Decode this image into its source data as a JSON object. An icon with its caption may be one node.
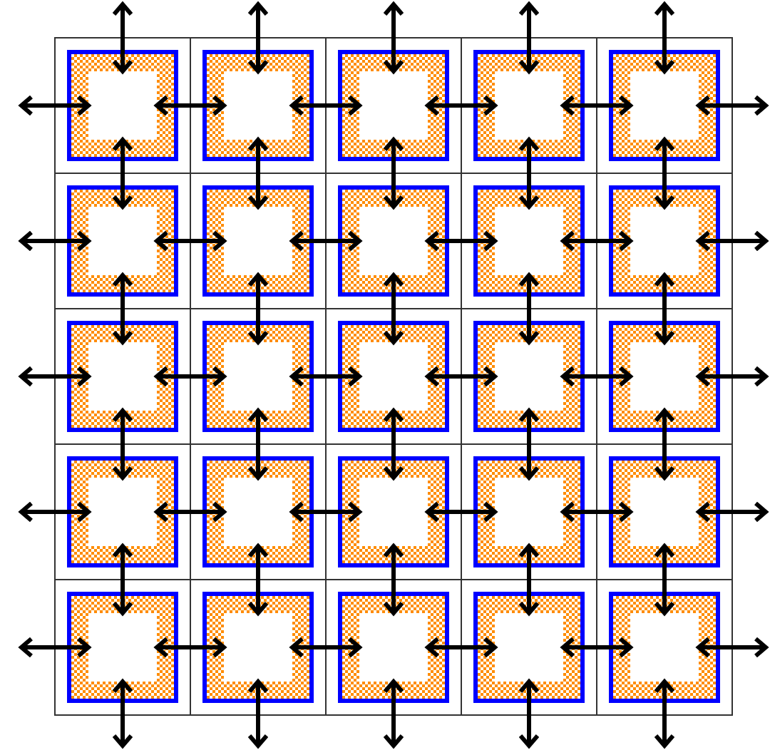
{
  "diagram": {
    "nodes": [
      {
        "text": [],
        "shape": "box"
      },
      {
        "text": [],
        "shape": "box"
      },
      {
        "text": [],
        "shape": "box"
      },
      {
        "text": [],
        "shape": "box"
      },
      {
        "text": [],
        "shape": "box"
      },
      {
        "text": [],
        "shape": "box"
      },
      {
        "text": [],
        "shape": "box"
      },
      {
        "text": [],
        "shape": "box"
      },
      {
        "text": [],
        "shape": "box"
      },
      {
        "text": [],
        "shape": "box"
      },
      {
        "text": [],
        "shape": "box"
      },
      {
        "text": [],
        "shape": "box"
      },
      {
        "text": [],
        "shape": "box"
      },
      {
        "text": [],
        "shape": "box"
      },
      {
        "text": [],
        "shape": "box"
      },
      {
        "text": [],
        "shape": "box"
      },
      {
        "text": [],
        "shape": "box"
      },
      {
        "text": [],
        "shape": "box"
      },
      {
        "text": [],
        "shape": "box"
      },
      {
        "text": [],
        "shape": "box"
      },
      {
        "text": [],
        "shape": "box"
      },
      {
        "text": [],
        "shape": "box"
      },
      {
        "text": [],
        "shape": "box"
      },
      {
        "text": [],
        "shape": "box"
      },
      {
        "text": [],
        "shape": "box"
      }
    ],
    "edges": [
      {
        "from": 0,
        "to": 1,
        "arrow": "both"
      },
      {
        "from": 1,
        "to": 2,
        "arrow": "both"
      },
      {
        "from": 2,
        "to": 3,
        "arrow": "both"
      },
      {
        "from": 3,
        "to": 4,
        "arrow": "both"
      },
      {
        "from": 5,
        "to": 6,
        "arrow": "both"
      },
      {
        "from": 6,
        "to": 7,
        "arrow": "both"
      },
      {
        "from": 7,
        "to": 8,
        "arrow": "both"
      },
      {
        "from": 8,
        "to": 9,
        "arrow": "both"
      },
      {
        "from": 10,
        "to": 11,
        "arrow": "both"
      },
      {
        "from": 11,
        "to": 12,
        "arrow": "both"
      },
      {
        "from": 12,
        "to": 13,
        "arrow": "both"
      },
      {
        "from": 13,
        "to": 14,
        "arrow": "both"
      },
      {
        "from": 15,
        "to": 16,
        "arrow": "both"
      },
      {
        "from": 16,
        "to": 17,
        "arrow": "both"
      },
      {
        "from": 17,
        "to": 18,
        "arrow": "both"
      },
      {
        "from": 18,
        "to": 19,
        "arrow": "both"
      },
      {
        "from": 20,
        "to": 21,
        "arrow": "both"
      },
      {
        "from": 21,
        "to": 22,
        "arrow": "both"
      },
      {
        "from": 22,
        "to": 23,
        "arrow": "both"
      },
      {
        "from": 23,
        "to": 24,
        "arrow": "both"
      },
      {
        "from": 0,
        "to": 5,
        "arrow": "both"
      },
      {
        "from": 1,
        "to": 6,
        "arrow": "both"
      },
      {
        "from": 2,
        "to": 7,
        "arrow": "both"
      },
      {
        "from": 3,
        "to": 8,
        "arrow": "both"
      },
      {
        "from": 4,
        "to": 9,
        "arrow": "both"
      },
      {
        "from": 5,
        "to": 10,
        "arrow": "both"
      },
      {
        "from": 6,
        "to": 11,
        "arrow": "both"
      },
      {
        "from": 7,
        "to": 12,
        "arrow": "both"
      },
      {
        "from": 8,
        "to": 13,
        "arrow": "both"
      },
      {
        "from": 9,
        "to": 14,
        "arrow": "both"
      },
      {
        "from": 10,
        "to": 15,
        "arrow": "both"
      },
      {
        "from": 11,
        "to": 16,
        "arrow": "both"
      },
      {
        "from": 12,
        "to": 17,
        "arrow": "both"
      },
      {
        "from": 13,
        "to": 18,
        "arrow": "both"
      },
      {
        "from": 14,
        "to": 19,
        "arrow": "both"
      },
      {
        "from": 15,
        "to": 20,
        "arrow": "both"
      },
      {
        "from": 16,
        "to": 21,
        "arrow": "both"
      },
      {
        "from": 17,
        "to": 22,
        "arrow": "both"
      },
      {
        "from": 18,
        "to": 23,
        "arrow": "both"
      },
      {
        "from": 19,
        "to": 24,
        "arrow": "both"
      },
      {
        "from": null,
        "to": 0,
        "arrow": "both"
      },
      {
        "from": null,
        "to": 5,
        "arrow": "both"
      },
      {
        "from": null,
        "to": 10,
        "arrow": "both"
      },
      {
        "from": null,
        "to": 15,
        "arrow": "both"
      },
      {
        "from": null,
        "to": 20,
        "arrow": "both"
      },
      {
        "from": null,
        "to": 4,
        "arrow": "both"
      },
      {
        "from": null,
        "to": 9,
        "arrow": "both"
      },
      {
        "from": null,
        "to": 14,
        "arrow": "both"
      },
      {
        "from": null,
        "to": 19,
        "arrow": "both"
      },
      {
        "from": null,
        "to": 24,
        "arrow": "both"
      },
      {
        "from": null,
        "to": 0,
        "arrow": "both"
      },
      {
        "from": null,
        "to": 1,
        "arrow": "both"
      },
      {
        "from": null,
        "to": 2,
        "arrow": "both"
      },
      {
        "from": null,
        "to": 3,
        "arrow": "both"
      },
      {
        "from": null,
        "to": 4,
        "arrow": "both"
      },
      {
        "from": null,
        "to": 20,
        "arrow": "both"
      },
      {
        "from": null,
        "to": 21,
        "arrow": "both"
      },
      {
        "from": null,
        "to": 22,
        "arrow": "both"
      },
      {
        "from": null,
        "to": 23,
        "arrow": "both"
      },
      {
        "from": null,
        "to": 24,
        "arrow": "both"
      }
    ]
  }
}
